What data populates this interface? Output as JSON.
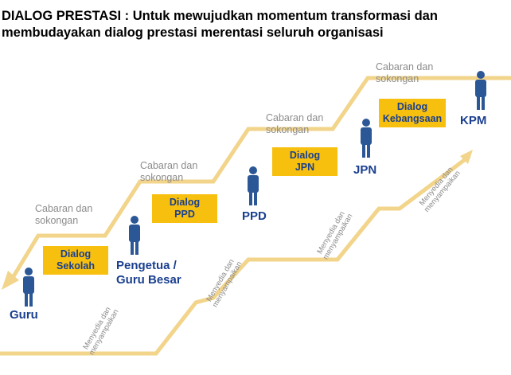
{
  "title": {
    "head": "DIALOG PRESTASI : ",
    "rest": "Untuk mewujudkan momentum transformasi  dan membudayakan dialog prestasi merentasi seluruh organisasi"
  },
  "colors": {
    "stair": "#f2d48a",
    "box": "#f7bf0e",
    "label": "#1a3f8f",
    "gray_text": "#8c8c8c",
    "figure": "#2b5797"
  },
  "levels": [
    {
      "label": "Guru"
    },
    {
      "label": "Pengetua /\nGuru Besar"
    },
    {
      "label": "PPD"
    },
    {
      "label": "JPN"
    },
    {
      "label": "KPM"
    }
  ],
  "dialogs": [
    {
      "label": "Dialog\nSekolah"
    },
    {
      "label": "Dialog\nPPD"
    },
    {
      "label": "Dialog\nJPN"
    },
    {
      "label": "Dialog\nKebangsaan"
    }
  ],
  "challenges": [
    {
      "label": "Cabaran dan\nsokongan"
    },
    {
      "label": "Cabaran dan\nsokongan"
    },
    {
      "label": "Cabaran dan\nsokongan"
    },
    {
      "label": "Cabaran dan\nsokongan"
    }
  ],
  "deliveries": [
    {
      "label": "Menyedia dan\nmenyampaikan"
    },
    {
      "label": "Menyedia dan\nmenyampaikan"
    },
    {
      "label": "Menyedia dan\nmenyampaikan"
    },
    {
      "label": "Menyedia dan\nmenyampaikan"
    }
  ],
  "icons": {
    "person": "person-icon",
    "arrow": "arrow-head-icon"
  }
}
